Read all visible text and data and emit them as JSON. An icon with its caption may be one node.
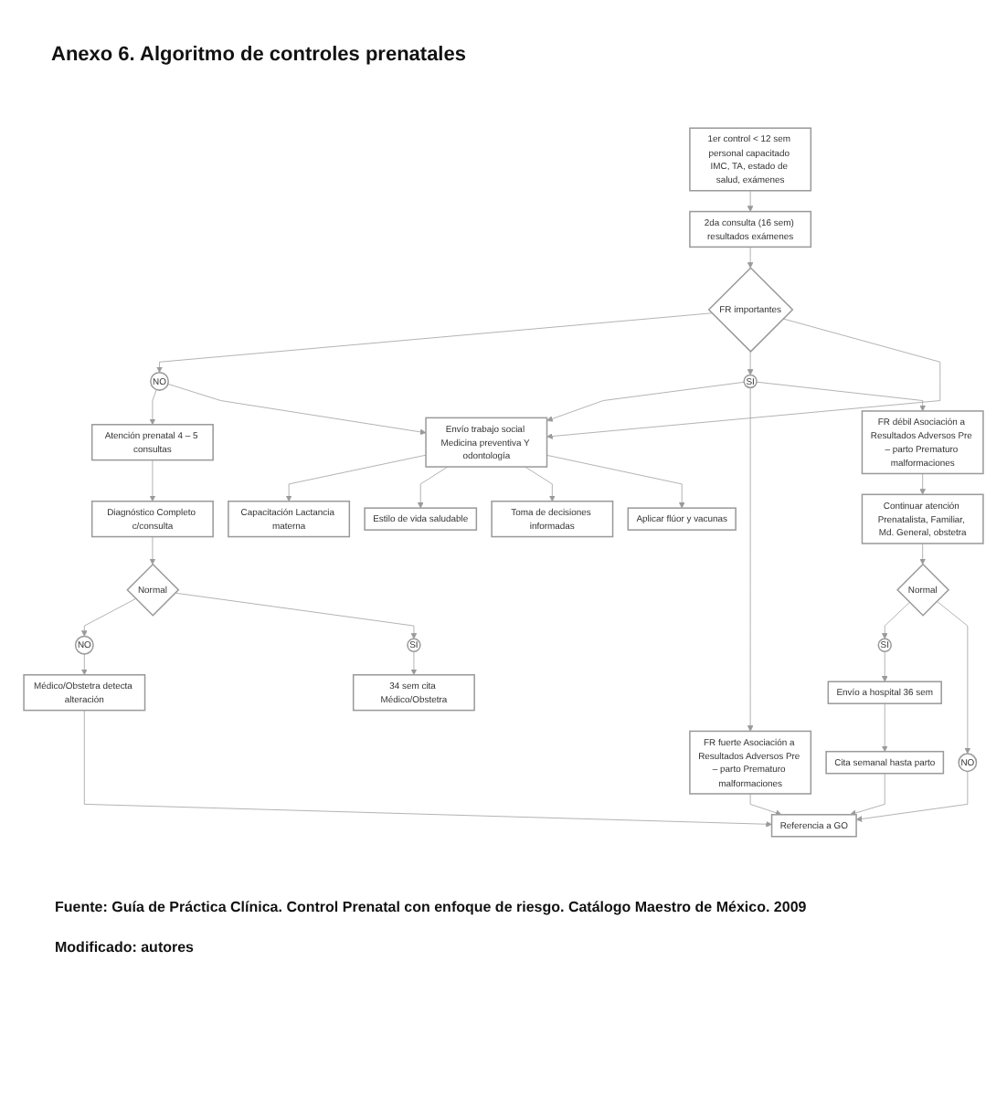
{
  "diagram": {
    "title": "Anexo 6. Algoritmo de controles prenatales",
    "caption": "Fuente: Guía de Práctica Clínica. Control Prenatal con enfoque de riesgo. Catálogo Maestro de México. 2009",
    "nodes": [
      {
        "text": [
          "1er control < 12 sem personal capacitado IMC, TA, estado de salud, exámenes"
        ]
      },
      {
        "text": [
          "2da consulta (16 sem) resultados exámenes"
        ]
      },
      {
        "text": [
          "FR importantes"
        ]
      },
      {
        "text": [
          "NO"
        ]
      },
      {
        "text": [
          "SI"
        ]
      },
      {
        "text": [
          "Atención prenatal 4 – 5 consultas"
        ]
      },
      {
        "text": [
          "Envío trabajo social Medicina preventiva Y odontología"
        ]
      },
      {
        "text": [
          "FR fuerte Asociación a Resultados Adversos Pre – parto Prematuro malformaciones"
        ]
      },
      {
        "text": [
          "Referencia a GO"
        ]
      },
      {
        "text": [
          "FR débil Asociación a Resultados Adversos Pre – parto Prematuro malformaciones"
        ]
      },
      {
        "text": [
          "Continuar atención Prenatalista, Familiar, Md. General, obstetra"
        ]
      },
      {
        "text": [
          "Diagnóstico Completo c/consulta"
        ]
      },
      {
        "text": [
          "Normal"
        ]
      },
      {
        "text": [
          "NO"
        ]
      },
      {
        "text": [
          "SI"
        ]
      },
      {
        "text": [
          "Normal"
        ]
      },
      {
        "text": [
          "SI"
        ]
      },
      {
        "text": [
          "NO"
        ]
      },
      {
        "text": [
          "Envío a hospital 36 sem"
        ]
      },
      {
        "text": [
          "Cita semanal hasta parto"
        ]
      },
      {
        "text": [
          "Médico/Obstetra detecta alteración"
        ]
      },
      {
        "text": [
          "34 sem cita Médico/Obstetra"
        ]
      },
      {
        "text": [
          "Capacitación Lactancia materna"
        ]
      },
      {
        "text": [
          "Estilo de vida saludable"
        ]
      },
      {
        "text": [
          "Toma de decisiones informadas"
        ]
      },
      {
        "text": [
          "Aplicar flúor y vacunas"
        ]
      }
    ],
    "edges": [
      {
        "from": 0,
        "to": 1,
        "arrow": "to"
      },
      {
        "from": 1,
        "to": 2,
        "arrow": "to"
      },
      {
        "from": 2,
        "to": 3,
        "arrow": "to"
      },
      {
        "from": 2,
        "to": 4,
        "arrow": "to"
      },
      {
        "from": 2,
        "to": 6,
        "arrow": "to"
      },
      {
        "from": 3,
        "to": 5,
        "arrow": "to"
      },
      {
        "from": 3,
        "to": 6,
        "arrow": "to"
      },
      {
        "from": 4,
        "to": 6,
        "arrow": "to"
      },
      {
        "from": 4,
        "to": 7,
        "arrow": "to"
      },
      {
        "from": 4,
        "to": 9,
        "arrow": "to"
      },
      {
        "from": 7,
        "to": 8,
        "arrow": "to"
      },
      {
        "from": 9,
        "to": 10,
        "arrow": "to"
      },
      {
        "from": 5,
        "to": 11,
        "arrow": "to"
      },
      {
        "from": 11,
        "to": 12,
        "arrow": "to"
      },
      {
        "from": 12,
        "to": 13,
        "arrow": "to"
      },
      {
        "from": 12,
        "to": 14,
        "arrow": "to"
      },
      {
        "from": 13,
        "to": 20,
        "arrow": "to"
      },
      {
        "from": 14,
        "to": 21,
        "arrow": "to"
      },
      {
        "from": 10,
        "to": 15,
        "arrow": "to"
      },
      {
        "from": 15,
        "to": 16,
        "arrow": "to"
      },
      {
        "from": 15,
        "to": 17,
        "arrow": "to"
      },
      {
        "from": 17,
        "to": 8,
        "arrow": "to"
      },
      {
        "from": 16,
        "to": 18,
        "arrow": "to"
      },
      {
        "from": 18,
        "to": 19,
        "arrow": "to"
      },
      {
        "from": 6,
        "to": 22,
        "arrow": "to"
      },
      {
        "from": 6,
        "to": 23,
        "arrow": "to"
      },
      {
        "from": 6,
        "to": 24,
        "arrow": "to"
      },
      {
        "from": 6,
        "to": 25,
        "arrow": "to"
      },
      {
        "from": 20,
        "to": 8,
        "arrow": "to"
      },
      {
        "from": 19,
        "to": 8,
        "arrow": "to"
      }
    ],
    "labels": [
      "Modificado: autores"
    ]
  }
}
